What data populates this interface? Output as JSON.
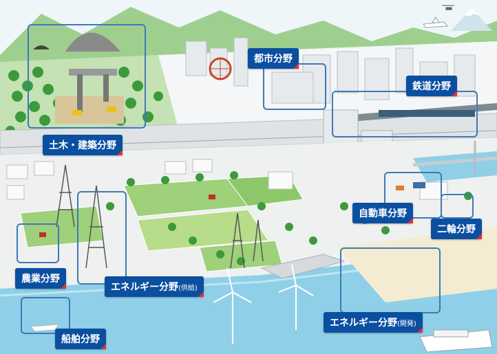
{
  "labels": {
    "civil": {
      "main": "土木・建築分野",
      "sub": ""
    },
    "urban": {
      "main": "都市分野",
      "sub": ""
    },
    "railway": {
      "main": "鉄道分野",
      "sub": ""
    },
    "automobile": {
      "main": "自動車分野",
      "sub": ""
    },
    "motorcycle": {
      "main": "二輪分野",
      "sub": ""
    },
    "agriculture": {
      "main": "農業分野",
      "sub": ""
    },
    "energy_supply": {
      "main": "エネルギー分野",
      "sub": "(供給)"
    },
    "ship": {
      "main": "船舶分野",
      "sub": ""
    },
    "energy_dev": {
      "main": "エネルギー分野",
      "sub": "(開発)"
    }
  },
  "colors": {
    "label_bg": "#0b4fa0",
    "label_text": "#ffffff",
    "corner_accent": "#e62f3c",
    "highlight_border": "#3f78b6",
    "sea": "#8fd0e8",
    "grass": "#9fd07a",
    "tree": "#3c9a3c"
  }
}
